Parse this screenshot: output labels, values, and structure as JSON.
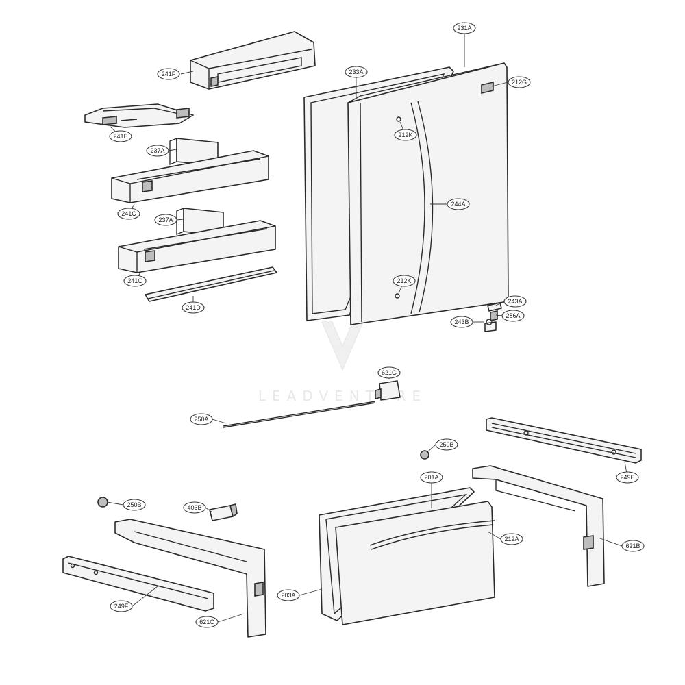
{
  "watermark": {
    "text": "LEADVENTURE"
  },
  "callouts": [
    {
      "id": "c-231A",
      "label": "231A"
    },
    {
      "id": "c-233A",
      "label": "233A"
    },
    {
      "id": "c-212G",
      "label": "212G"
    },
    {
      "id": "c-241F",
      "label": "241F"
    },
    {
      "id": "c-241E",
      "label": "241E"
    },
    {
      "id": "c-237A-1",
      "label": "237A"
    },
    {
      "id": "c-241C-1",
      "label": "241C"
    },
    {
      "id": "c-237A-2",
      "label": "237A"
    },
    {
      "id": "c-241C-2",
      "label": "241C"
    },
    {
      "id": "c-241D",
      "label": "241D"
    },
    {
      "id": "c-212K-1",
      "label": "212K"
    },
    {
      "id": "c-244A",
      "label": "244A"
    },
    {
      "id": "c-212K-2",
      "label": "212K"
    },
    {
      "id": "c-243A",
      "label": "243A"
    },
    {
      "id": "c-243B",
      "label": "243B"
    },
    {
      "id": "c-286A",
      "label": "286A"
    },
    {
      "id": "c-621G",
      "label": "621G"
    },
    {
      "id": "c-250A",
      "label": "250A"
    },
    {
      "id": "c-250B-1",
      "label": "250B"
    },
    {
      "id": "c-249E",
      "label": "249E"
    },
    {
      "id": "c-201A",
      "label": "201A"
    },
    {
      "id": "c-250B-2",
      "label": "250B"
    },
    {
      "id": "c-406B",
      "label": "406B"
    },
    {
      "id": "c-212A",
      "label": "212A"
    },
    {
      "id": "c-621B",
      "label": "621B"
    },
    {
      "id": "c-203A",
      "label": "203A"
    },
    {
      "id": "c-249F",
      "label": "249F"
    },
    {
      "id": "c-621C",
      "label": "621C"
    }
  ]
}
